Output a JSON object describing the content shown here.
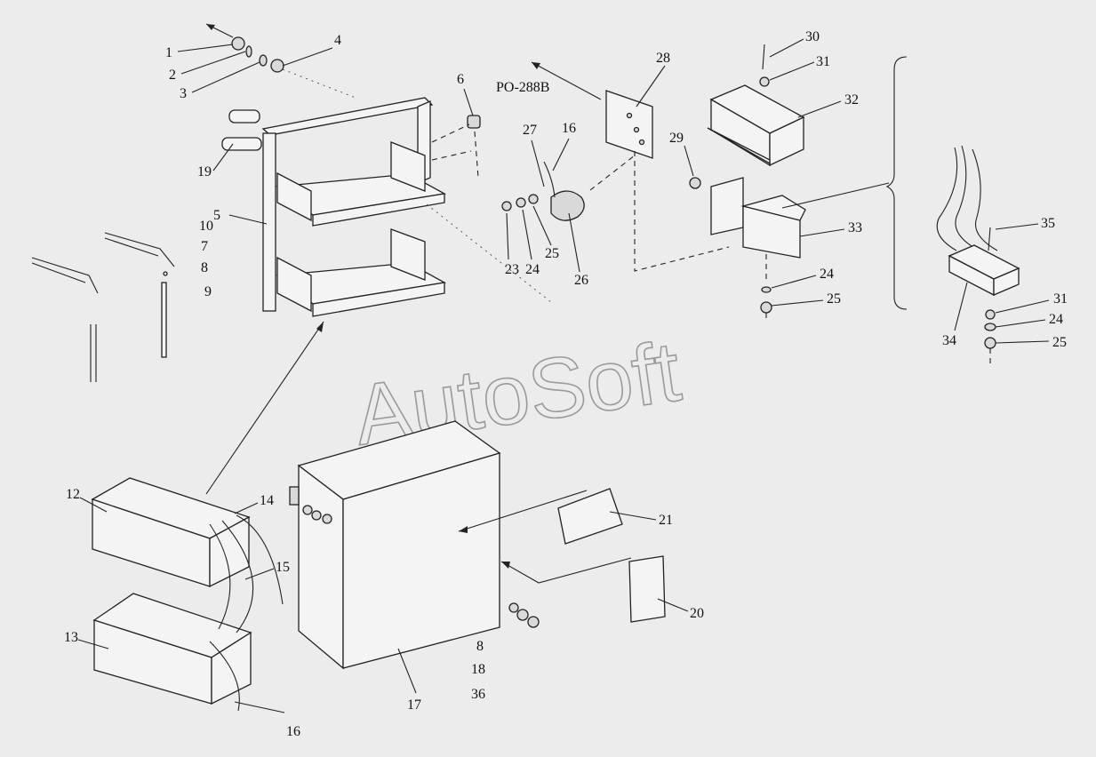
{
  "figure_labels": {
    "connector_ref": "PO-288B",
    "watermark": "AutoSoft"
  },
  "callouts": [
    {
      "text": "1"
    },
    {
      "text": "2"
    },
    {
      "text": "3"
    },
    {
      "text": "4"
    },
    {
      "text": "6"
    },
    {
      "text": "19"
    },
    {
      "text": "5"
    },
    {
      "text": "10"
    },
    {
      "text": "7"
    },
    {
      "text": "8"
    },
    {
      "text": "9"
    },
    {
      "text": "28"
    },
    {
      "text": "27"
    },
    {
      "text": "16"
    },
    {
      "text": "23"
    },
    {
      "text": "24"
    },
    {
      "text": "25"
    },
    {
      "text": "26"
    },
    {
      "text": "30"
    },
    {
      "text": "31"
    },
    {
      "text": "32"
    },
    {
      "text": "29"
    },
    {
      "text": "33"
    },
    {
      "text": "24"
    },
    {
      "text": "25"
    },
    {
      "text": "35"
    },
    {
      "text": "34"
    },
    {
      "text": "31"
    },
    {
      "text": "24"
    },
    {
      "text": "25"
    },
    {
      "text": "12"
    },
    {
      "text": "14"
    },
    {
      "text": "15"
    },
    {
      "text": "13"
    },
    {
      "text": "16"
    },
    {
      "text": "21"
    },
    {
      "text": "20"
    },
    {
      "text": "8"
    },
    {
      "text": "18"
    },
    {
      "text": "36"
    },
    {
      "text": "17"
    }
  ]
}
